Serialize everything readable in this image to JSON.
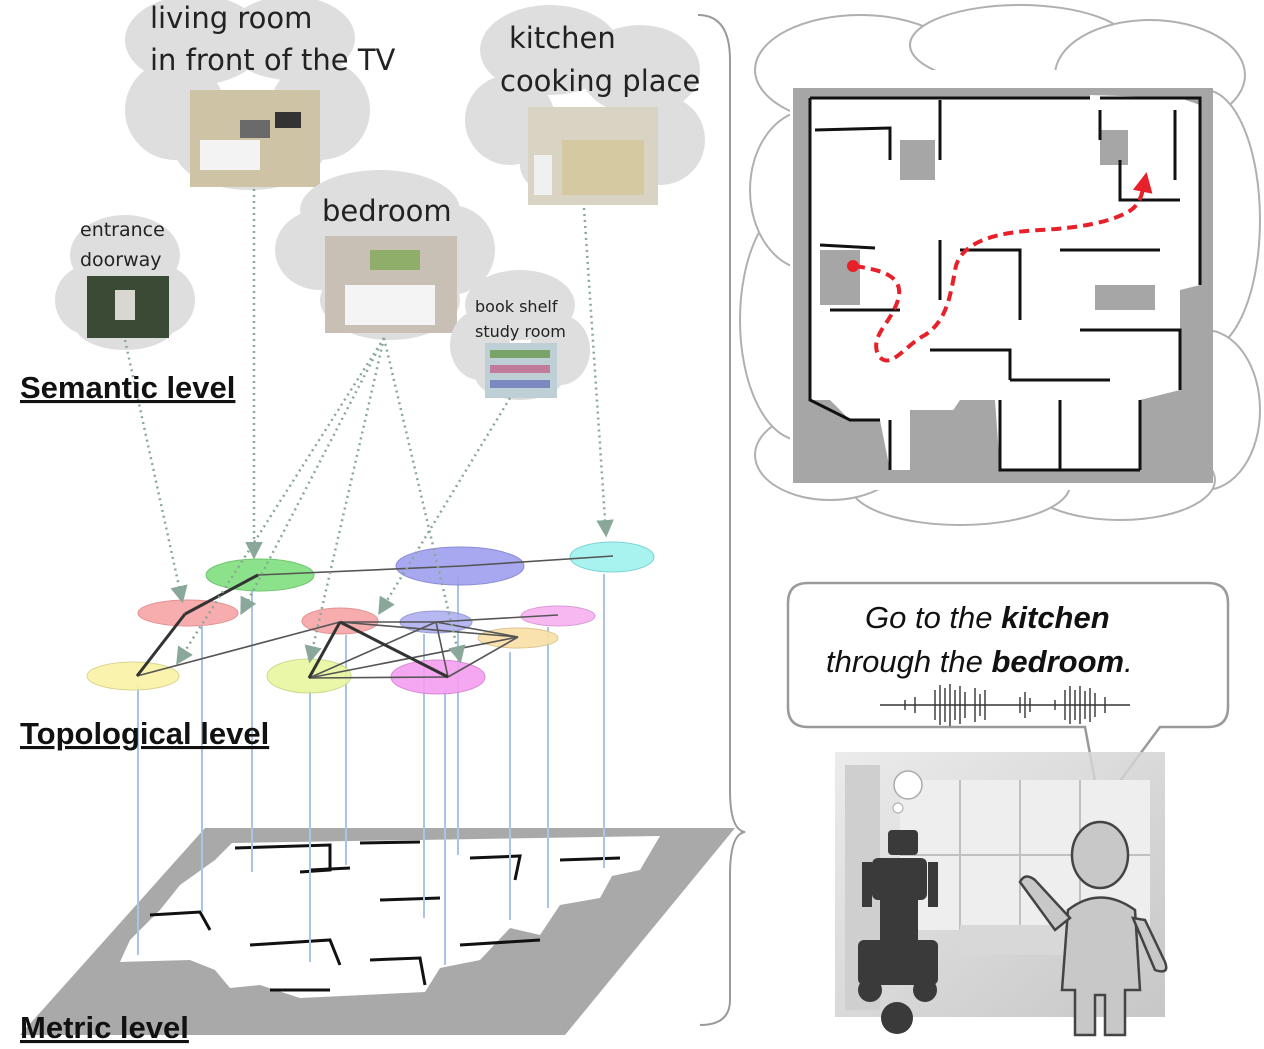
{
  "levels": {
    "semantic": "Semantic level",
    "topological": "Topological level",
    "metric": "Metric level"
  },
  "places": {
    "living_line1": "living room",
    "living_line2": "in front of the TV",
    "kitchen_line1": "kitchen",
    "kitchen_line2": "cooking place",
    "bedroom": "bedroom",
    "entrance_line1": "entrance",
    "entrance_line2": "doorway",
    "book_line1": "book shelf",
    "book_line2": "study room"
  },
  "speech": {
    "l1_pre": "Go to the ",
    "l1_bold": "kitchen",
    "l2_pre": "through the ",
    "l2_bold": "bedroom",
    "l2_end": "."
  },
  "colors": {
    "arrow": "#8aa89a",
    "drop_line": "#aac4e4",
    "path": "#e8202a",
    "cloud_fill": "#dedede",
    "map_gray": "#a6a6a6"
  }
}
